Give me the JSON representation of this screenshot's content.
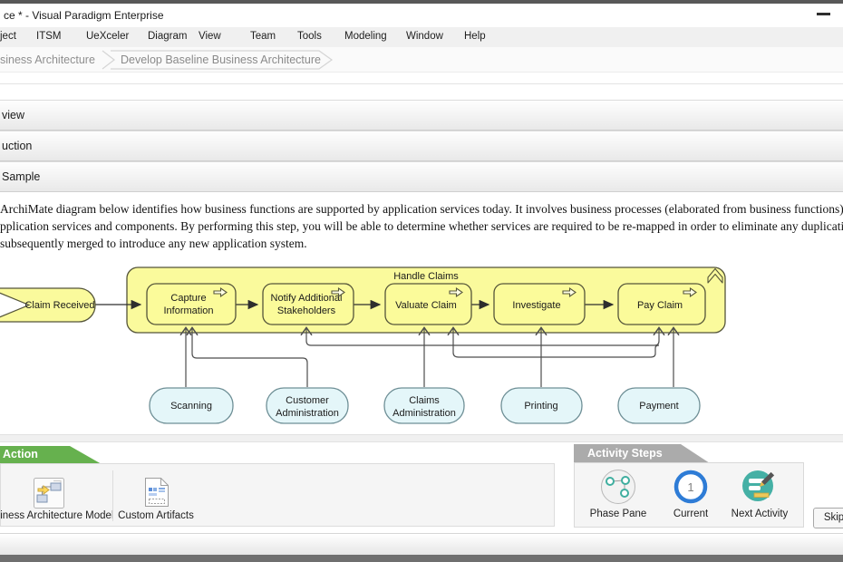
{
  "window": {
    "title": "ce * - Visual Paradigm Enterprise"
  },
  "menu": {
    "items": [
      {
        "label": "ject"
      },
      {
        "label": "ITSM"
      },
      {
        "label": "UeXceler"
      },
      {
        "label": "Diagram"
      },
      {
        "label": "View"
      },
      {
        "label": "Team"
      },
      {
        "label": "Tools"
      },
      {
        "label": "Modeling"
      },
      {
        "label": "Window"
      },
      {
        "label": "Help"
      }
    ]
  },
  "breadcrumb": {
    "items": [
      {
        "label": "siness Architecture"
      },
      {
        "label": "Develop Baseline Business Architecture"
      }
    ]
  },
  "sections": [
    {
      "label": "view"
    },
    {
      "label": "uction"
    },
    {
      "label": "Sample"
    }
  ],
  "description": {
    "lines": [
      "ArchiMate diagram below identifies how business functions are supported by application services today. It involves business processes (elaborated from business functions),",
      "pplication services and components. By performing this step, you will be able to determine whether services are required to be re-mapped in order to eliminate any duplication,",
      "subsequently merged to introduce any new application system."
    ]
  },
  "diagram": {
    "group_label": "Handle Claims",
    "event_label": "Claim Received",
    "processes": [
      {
        "line1": "Capture",
        "line2": "Information"
      },
      {
        "line1": "Notify Additional",
        "line2": "Stakeholders"
      },
      {
        "line1": "Valuate Claim"
      },
      {
        "line1": "Investigate"
      },
      {
        "line1": "Pay Claim"
      }
    ],
    "services": [
      {
        "line1": "Scanning"
      },
      {
        "line1": "Customer",
        "line2": "Administration"
      },
      {
        "line1": "Claims",
        "line2": "Administration"
      },
      {
        "line1": "Printing"
      },
      {
        "line1": "Payment"
      }
    ],
    "colors": {
      "group_fill": "#fafa9c",
      "group_border": "#55553a",
      "service_fill": "#e4f6f9",
      "service_border": "#6e8f96",
      "connector": "#4d4d4d"
    }
  },
  "action_panel": {
    "tab_label": "Action",
    "accent_color": "#66b14e",
    "items": [
      {
        "label": "siness Architecture Model"
      },
      {
        "label": "Custom Artifacts"
      }
    ]
  },
  "activity_panel": {
    "tab_label": "Activity Steps",
    "tab_color": "#ababab",
    "items": [
      {
        "label": "Phase Pane"
      },
      {
        "label": "Current",
        "badge": "1"
      },
      {
        "label": "Next Activity"
      }
    ],
    "skip_label": "Skip",
    "icon_teal": "#45b0a5",
    "icon_blue": "#2e7cd6"
  }
}
